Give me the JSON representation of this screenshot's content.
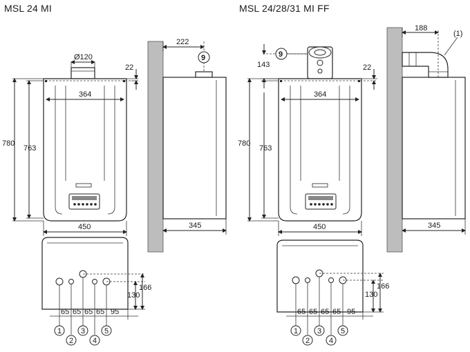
{
  "left": {
    "title": "MSL 24 MI",
    "labels": {
      "flue_diameter": "Ø120",
      "height_total": "780",
      "height_body": "763",
      "width_inner": "364",
      "width_total": "450",
      "top_gap": "22",
      "wall_offset": "222",
      "depth": "345",
      "callout": "9"
    },
    "bottom": {
      "spacings": [
        "65",
        "65",
        "65",
        "65",
        "95"
      ],
      "h1": "166",
      "h2": "130",
      "connections": [
        "1",
        "2",
        "3",
        "4",
        "5"
      ]
    }
  },
  "right": {
    "title": "MSL 24/28/31 MI FF",
    "labels": {
      "flue_height": "143",
      "height_total": "780",
      "height_body": "763",
      "width_inner": "364",
      "width_total": "450",
      "top_gap": "22",
      "wall_offset": "188",
      "note": "(1)",
      "depth": "345",
      "callout": "9"
    },
    "bottom": {
      "spacings": [
        "65",
        "65",
        "65",
        "65",
        "95"
      ],
      "h1": "166",
      "h2": "130",
      "connections": [
        "1",
        "2",
        "3",
        "4",
        "5"
      ]
    }
  },
  "colors": {
    "line": "#222222",
    "wall": "#bdbdbd",
    "background": "#ffffff"
  }
}
